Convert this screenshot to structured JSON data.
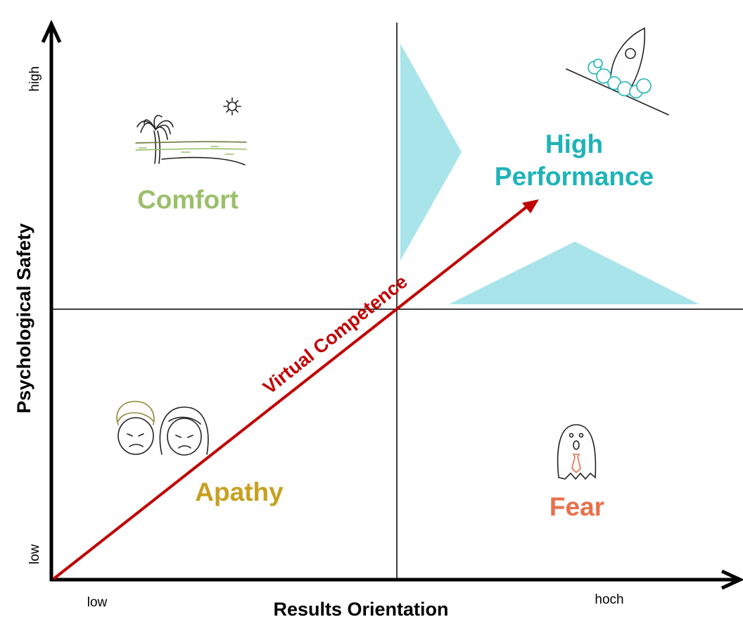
{
  "axes": {
    "y_title": "Psychological Safety",
    "y_high": "high",
    "y_low": "low",
    "x_title": "Results Orientation",
    "x_low": "low",
    "x_high": "hoch"
  },
  "quadrants": {
    "comfort": {
      "label": "Comfort",
      "color": "#9bbf6a",
      "icon": "beach-palm-icon"
    },
    "high_performance": {
      "line1": "High",
      "line2": "Performance",
      "color": "#1eb3b8",
      "icon": "rocket-icon"
    },
    "apathy": {
      "label": "Apathy",
      "color": "#c8a020",
      "icon": "sad-faces-icon"
    },
    "fear": {
      "label": "Fear",
      "color": "#e8704a",
      "icon": "ghost-icon"
    }
  },
  "arrow": {
    "label": "Virtual Competence",
    "color": "#c00000"
  },
  "shapes": {
    "triangle_color": "#a8e4ea"
  }
}
